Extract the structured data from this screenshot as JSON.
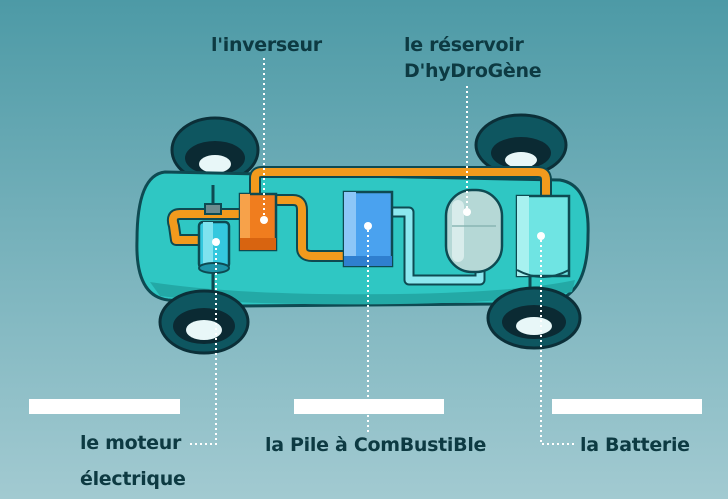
{
  "labels": {
    "inverter": "l'inverseur",
    "tank_line1": "le réservoir",
    "tank_line2": "D'hyDroGène",
    "motor_line1": "le moteur",
    "motor_line2": "électrique",
    "fuel_cell": "la Pile à ComBustiBle",
    "battery": "la Batterie"
  },
  "colors": {
    "car_body": "#2fc7c3",
    "orange_pipe": "#f29a1d",
    "blue_pipe": "#8ce8ef",
    "tyre": "#123a45",
    "outline": "#0e4a52",
    "inverter_box": "#f07d1e",
    "fuel_cell_box": "#4aa2ef",
    "battery_box": "#6fe4e3",
    "tank": "#b5d8d6",
    "motor": "#34c8de",
    "label_text": "#0d3a42",
    "answer_bar": "#ffffff"
  }
}
